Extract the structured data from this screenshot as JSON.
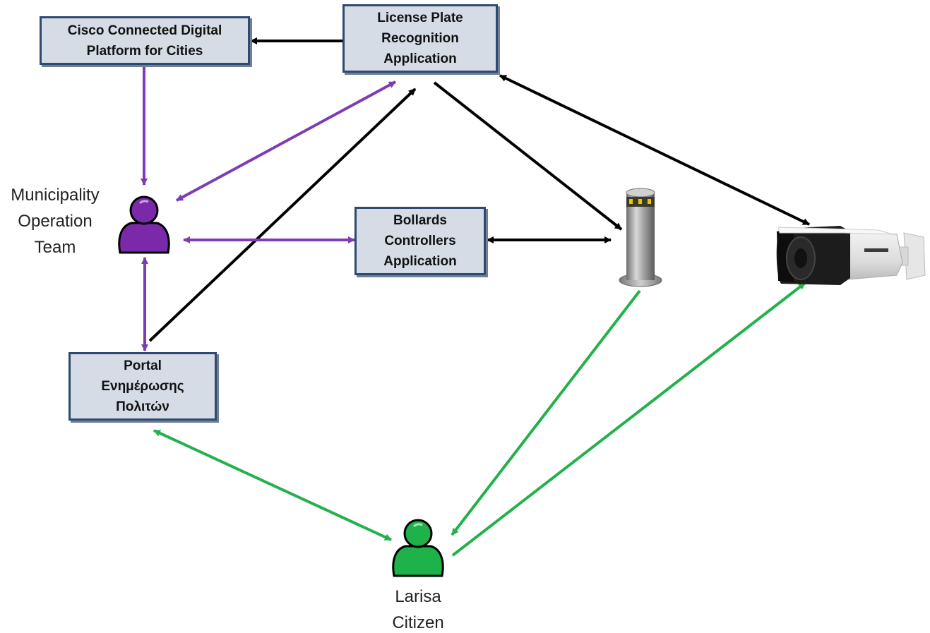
{
  "nodes": {
    "cisco_platform": {
      "lines": [
        "Cisco Connected Digital",
        "Platform for Cities"
      ]
    },
    "lpr_app": {
      "lines": [
        "License Plate",
        "Recognition",
        "Application"
      ]
    },
    "bollards_app": {
      "lines": [
        "Bollards",
        "Controllers",
        "Application"
      ]
    },
    "portal": {
      "lines": [
        "Portal",
        "Ενημέρωσης",
        "Πολιτών"
      ]
    }
  },
  "actors": {
    "operation_team": {
      "lines": [
        "Municipality",
        "Operation",
        "Team"
      ],
      "color": "#7a2aa8"
    },
    "citizen": {
      "lines": [
        "Larisa",
        "Citizen"
      ],
      "color": "#1db34a"
    }
  },
  "devices": {
    "bollard": {
      "icon": "bollard-icon"
    },
    "camera": {
      "icon": "security-camera-icon"
    }
  },
  "colors": {
    "box_fill": "#d6dce6",
    "box_border": "#2f4a6e",
    "purple_arrow": "#7d3cb5",
    "black_arrow": "#000000",
    "green_arrow": "#22b14c"
  }
}
